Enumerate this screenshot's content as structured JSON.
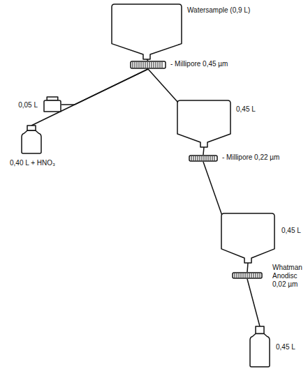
{
  "diagram": {
    "nodes": [
      {
        "text": [
          "Watersample (0,9 L)"
        ]
      },
      {
        "text": [
          "- Millipore 0,45 µm"
        ]
      },
      {
        "text": [
          "0,05 L"
        ]
      },
      {
        "text": [
          "0,40 L + HNO₃"
        ]
      },
      {
        "text": [
          "0,45 L"
        ]
      },
      {
        "text": [
          "- Millipore 0,22 µm"
        ]
      },
      {
        "text": [
          "0,45 L"
        ]
      },
      {
        "text": [
          "Whatman Anodisc 0,02 µm"
        ]
      },
      {
        "text": [
          "0,45 L"
        ]
      }
    ],
    "edges": [
      {
        "from": 0,
        "to": 1,
        "arrow": "none"
      },
      {
        "from": 1,
        "to": 2,
        "arrow": "none"
      },
      {
        "from": 1,
        "to": 3,
        "arrow": "none"
      },
      {
        "from": 1,
        "to": 4,
        "arrow": "none"
      },
      {
        "from": 4,
        "to": 5,
        "arrow": "none"
      },
      {
        "from": 5,
        "to": 6,
        "arrow": "none"
      },
      {
        "from": 6,
        "to": 7,
        "arrow": "none"
      },
      {
        "from": 7,
        "to": 8,
        "arrow": "none"
      }
    ]
  }
}
